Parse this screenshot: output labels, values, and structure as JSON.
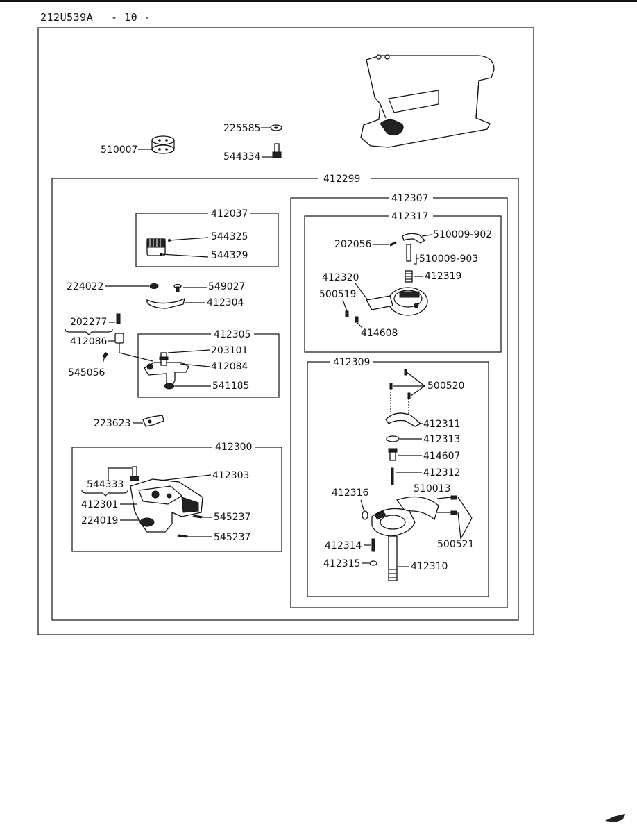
{
  "header": {
    "doc_code": "212U539A",
    "page_number": "- 10 -"
  },
  "labels": {
    "p225585": "225585",
    "p510007": "510007",
    "p544334": "544334",
    "p412299": "412299",
    "p412037": "412037",
    "p544325": "544325",
    "p544329": "544329",
    "p224022": "224022",
    "p549027": "549027",
    "p412304": "412304",
    "p202277": "202277",
    "p412086": "412086",
    "p412305": "412305",
    "p203101": "203101",
    "p412084": "412084",
    "p545056": "545056",
    "p541185": "541185",
    "p223623": "223623",
    "p412300": "412300",
    "p544333": "544333",
    "p412303": "412303",
    "p412301": "412301",
    "p224019": "224019",
    "p545237a": "545237",
    "p545237b": "545237",
    "p412307": "412307",
    "p412317": "412317",
    "p510009_902": "510009-902",
    "p202056": "202056",
    "p510009_903": "510009-903",
    "p412320": "412320",
    "p412319": "412319",
    "p500519": "500519",
    "p414608": "414608",
    "p412309": "412309",
    "p500520": "500520",
    "p412311": "412311",
    "p412313": "412313",
    "p414607": "414607",
    "p412312": "412312",
    "p412316": "412316",
    "p510013": "510013",
    "p500521": "500521",
    "p412314": "412314",
    "p412315": "412315",
    "p412310": "412310"
  }
}
